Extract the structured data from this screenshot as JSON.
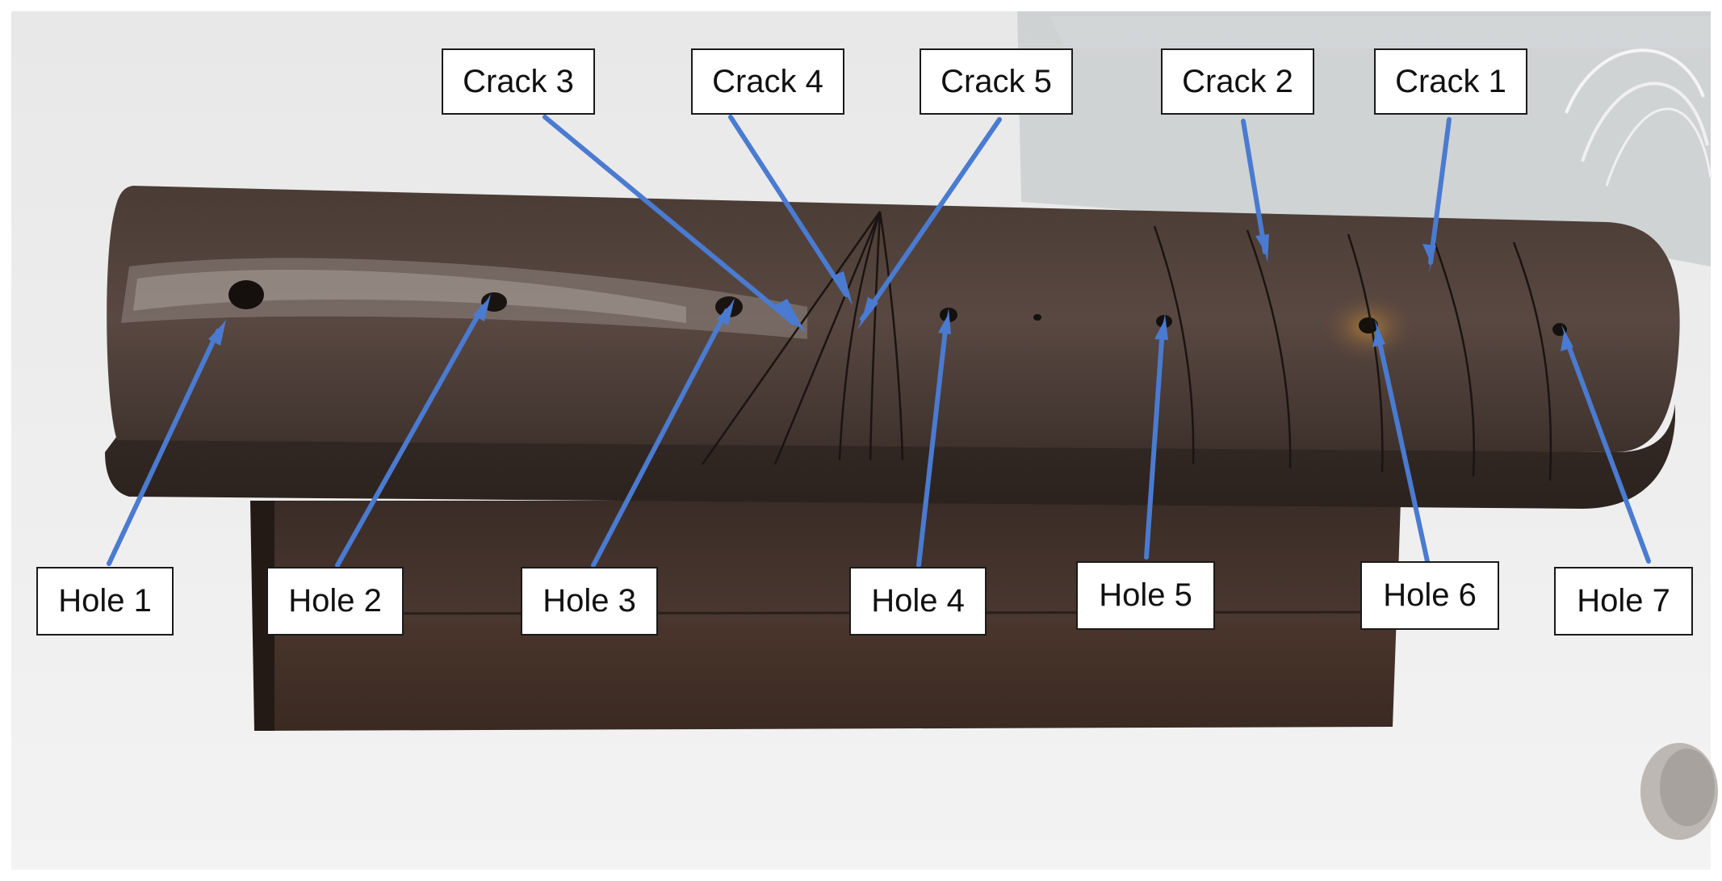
{
  "arrow_color": "#4a7bd0",
  "labels": {
    "crack1": "Crack 1",
    "crack2": "Crack 2",
    "crack3": "Crack 3",
    "crack4": "Crack 4",
    "crack5": "Crack 5",
    "hole1": "Hole 1",
    "hole2": "Hole 2",
    "hole3": "Hole 3",
    "hole4": "Hole 4",
    "hole5": "Hole 5",
    "hole6": "Hole 6",
    "hole7": "Hole 7"
  }
}
